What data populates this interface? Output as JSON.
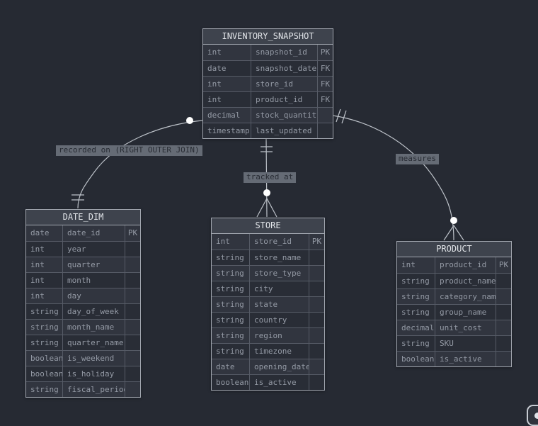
{
  "diagram": {
    "background": "#262a33",
    "line_color": "#bdc2c9",
    "label_bg": "#656b75",
    "label_text": "#272b33",
    "marker_circle_color": "#ffffff"
  },
  "tables": [
    {
      "name": "INVENTORY_SNAPSHOT",
      "columns": [
        {
          "type": "int",
          "name": "snapshot_id",
          "key": "PK"
        },
        {
          "type": "date",
          "name": "snapshot_date",
          "key": "FK"
        },
        {
          "type": "int",
          "name": "store_id",
          "key": "FK"
        },
        {
          "type": "int",
          "name": "product_id",
          "key": "FK"
        },
        {
          "type": "decimal",
          "name": "stock_quantity",
          "key": ""
        },
        {
          "type": "timestamp",
          "name": "last_updated",
          "key": ""
        }
      ]
    },
    {
      "name": "DATE_DIM",
      "columns": [
        {
          "type": "date",
          "name": "date_id",
          "key": "PK"
        },
        {
          "type": "int",
          "name": "year",
          "key": ""
        },
        {
          "type": "int",
          "name": "quarter",
          "key": ""
        },
        {
          "type": "int",
          "name": "month",
          "key": ""
        },
        {
          "type": "int",
          "name": "day",
          "key": ""
        },
        {
          "type": "string",
          "name": "day_of_week",
          "key": ""
        },
        {
          "type": "string",
          "name": "month_name",
          "key": ""
        },
        {
          "type": "string",
          "name": "quarter_name",
          "key": ""
        },
        {
          "type": "boolean",
          "name": "is_weekend",
          "key": ""
        },
        {
          "type": "boolean",
          "name": "is_holiday",
          "key": ""
        },
        {
          "type": "string",
          "name": "fiscal_period",
          "key": ""
        }
      ]
    },
    {
      "name": "STORE",
      "columns": [
        {
          "type": "int",
          "name": "store_id",
          "key": "PK"
        },
        {
          "type": "string",
          "name": "store_name",
          "key": ""
        },
        {
          "type": "string",
          "name": "store_type",
          "key": ""
        },
        {
          "type": "string",
          "name": "city",
          "key": ""
        },
        {
          "type": "string",
          "name": "state",
          "key": ""
        },
        {
          "type": "string",
          "name": "country",
          "key": ""
        },
        {
          "type": "string",
          "name": "region",
          "key": ""
        },
        {
          "type": "string",
          "name": "timezone",
          "key": ""
        },
        {
          "type": "date",
          "name": "opening_date",
          "key": ""
        },
        {
          "type": "boolean",
          "name": "is_active",
          "key": ""
        }
      ]
    },
    {
      "name": "PRODUCT",
      "columns": [
        {
          "type": "int",
          "name": "product_id",
          "key": "PK"
        },
        {
          "type": "string",
          "name": "product_name",
          "key": ""
        },
        {
          "type": "string",
          "name": "category_name",
          "key": ""
        },
        {
          "type": "string",
          "name": "group_name",
          "key": ""
        },
        {
          "type": "decimal",
          "name": "unit_cost",
          "key": ""
        },
        {
          "type": "string",
          "name": "SKU",
          "key": ""
        },
        {
          "type": "boolean",
          "name": "is_active",
          "key": ""
        }
      ]
    }
  ],
  "relationships": [
    {
      "label": "recorded on (RIGHT OUTER JOIN)",
      "from": "INVENTORY_SNAPSHOT",
      "to": "DATE_DIM"
    },
    {
      "label": "tracked at",
      "from": "INVENTORY_SNAPSHOT",
      "to": "STORE"
    },
    {
      "label": "measures",
      "from": "INVENTORY_SNAPSHOT",
      "to": "PRODUCT"
    }
  ]
}
